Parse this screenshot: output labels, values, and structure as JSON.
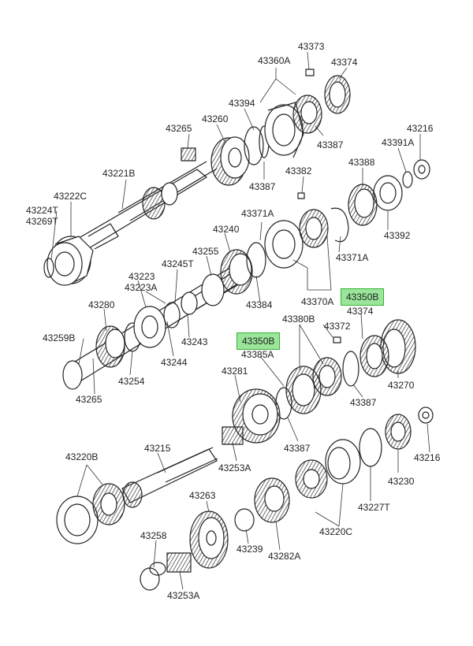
{
  "diagram": {
    "highlight_color": "#9ae59a",
    "highlight_border": "#34b234",
    "callouts": {
      "c43373": "43373",
      "c43360A": "43360A",
      "c43374_top": "43374",
      "c43394": "43394",
      "c43265_top": "43265",
      "c43260": "43260",
      "c43387_a": "43387",
      "c43387_b": "43387",
      "c43216_top": "43216",
      "c43391A": "43391A",
      "c43221B": "43221B",
      "c43382": "43382",
      "c43388": "43388",
      "c43222C": "43222C",
      "c43224T": "43224T",
      "c43269T": "43269T",
      "c43392": "43392",
      "c43371A_top": "43371A",
      "c43240": "43240",
      "c43245T": "43245T",
      "c43255": "43255",
      "c43223": "43223",
      "c43223A": "43223A",
      "c43371A_right": "43371A",
      "c43384": "43384",
      "c43370A": "43370A",
      "c43350B_top": "43350B",
      "c43280": "43280",
      "c43374_mid": "43374",
      "c43380B": "43380B",
      "c43372": "43372",
      "c43243": "43243",
      "c43259B": "43259B",
      "c43350B_mid": "43350B",
      "c43385A": "43385A",
      "c43244": "43244",
      "c43254": "43254",
      "c43281": "43281",
      "c43270": "43270",
      "c43265_mid": "43265",
      "c43387_c": "43387",
      "c43387_d": "43387",
      "c43220B": "43220B",
      "c43215": "43215",
      "c43253A_top": "43253A",
      "c43216_bot": "43216",
      "c43230": "43230",
      "c43227T": "43227T",
      "c43263": "43263",
      "c43220C": "43220C",
      "c43258": "43258",
      "c43239": "43239",
      "c43282A": "43282A",
      "c43253A_bot": "43253A"
    }
  }
}
